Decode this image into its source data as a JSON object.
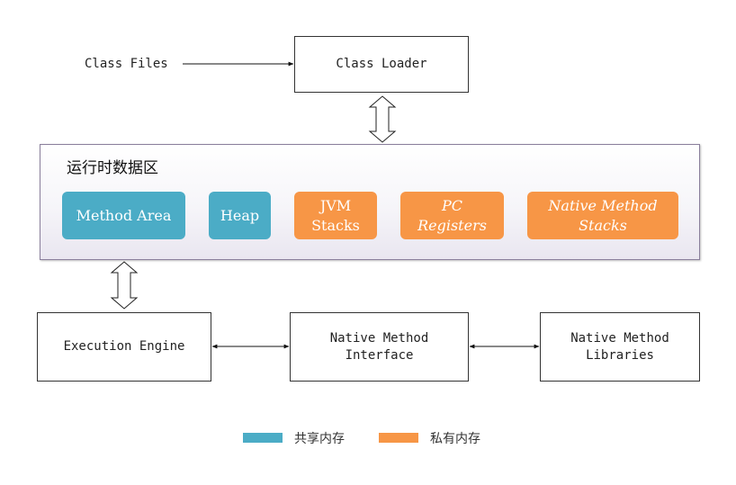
{
  "class_files_label": "Class Files",
  "class_loader_label": "Class Loader",
  "runtime_area": {
    "title": "运行时数据区",
    "items": [
      {
        "label": "Method Area",
        "memory": "shared",
        "italic": false
      },
      {
        "label": "Heap",
        "memory": "shared",
        "italic": false
      },
      {
        "label": "JVM\nStacks",
        "memory": "private",
        "italic": false
      },
      {
        "label": "PC\nRegisters",
        "memory": "private",
        "italic": true
      },
      {
        "label": "Native Method\nStacks",
        "memory": "private",
        "italic": true
      }
    ]
  },
  "execution_engine_label": "Execution Engine",
  "native_method_interface_label": "Native Method\nInterface",
  "native_method_libraries_label": "Native Method\nLibraries",
  "legend": [
    {
      "label": "共享内存",
      "memory": "shared"
    },
    {
      "label": "私有内存",
      "memory": "private"
    }
  ],
  "colors": {
    "shared": "#4bacc6",
    "private": "#f79646"
  }
}
